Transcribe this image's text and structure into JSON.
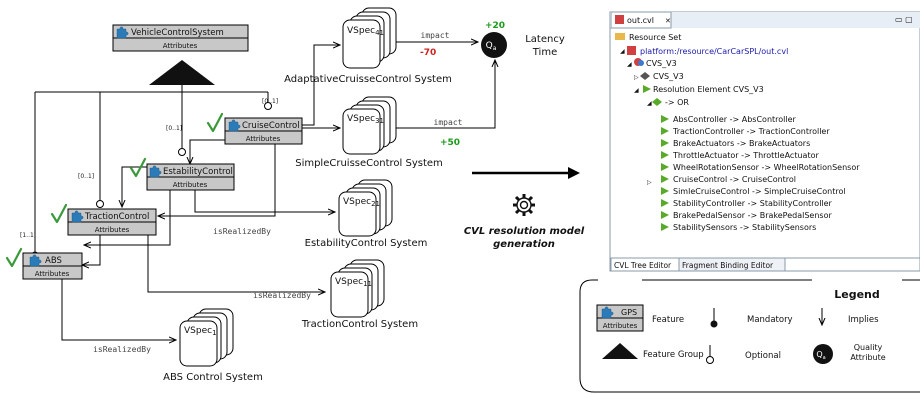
{
  "features": {
    "vcs": {
      "name": "VehicleControlSystem",
      "attr": "Attributes"
    },
    "cruise": {
      "name": "CruiseControl",
      "attr": "Attributes"
    },
    "estab": {
      "name": "EstabilityControl",
      "attr": "Attributes"
    },
    "traction": {
      "name": "TractionControl",
      "attr": "Attributes"
    },
    "abs": {
      "name": "ABS",
      "attr": "Attributes"
    }
  },
  "cardinalities": {
    "cruise": "[0..1]",
    "estab": "[0..1]",
    "traction": "[0..1]",
    "abs": "[1..1]"
  },
  "vspecs": {
    "adaptive": {
      "label": "VSpec",
      "sub": "41",
      "system": "AdaptativeCruisseControl System"
    },
    "simple": {
      "label": "VSpec",
      "sub": "31",
      "system": "SimpleCruisseControl System"
    },
    "estab": {
      "label": "VSpec",
      "sub": "21",
      "system": "EstabilityControl System"
    },
    "traction": {
      "label": "VSpec",
      "sub": "11",
      "system": "TractionControl System"
    },
    "abs": {
      "label": "VSpec",
      "sub": "1",
      "system": "ABS Control System"
    }
  },
  "edges": {
    "impact": "impact",
    "realized": "isRealizedBy"
  },
  "quality": {
    "node": "Q",
    "node_sub": "a",
    "plus20": "+20",
    "minus70": "-70",
    "plus50": "+50",
    "latency": "Latency",
    "time": "Time"
  },
  "generation": {
    "line1": "CVL resolution model",
    "line2": "generation"
  },
  "editor": {
    "tab": "out.cvl",
    "resource_set": "Resource Set",
    "platform": "platform:/resource/CarCarSPL/out.cvl",
    "items": [
      "CVS_V3",
      "CVS_V3",
      "Resolution Element CVS_V3",
      "-> OR",
      "AbsController -> AbsController",
      "TractionController -> TractionController",
      "BrakeActuators -> BrakeActuators",
      "ThrottleActuator -> ThrottleActuator",
      "WheelRotationSensor -> WheelRotationSensor",
      "CruiseControl -> CruiseControl",
      "SimleCruiseControl -> SimpleCruiseControl",
      "StabilityController -> StabilityController",
      "BrakePedalSensor -> BrakePedalSensor",
      "StabilitySensors -> StabilitySensors"
    ],
    "bottom_tabs": [
      "CVL Tree Editor",
      "Fragment Binding Editor"
    ]
  },
  "legend": {
    "title": "Legend",
    "gps_name": "GPS",
    "gps_attr": "Attributes",
    "feature": "Feature",
    "mandatory": "Mandatory",
    "implies": "Implies",
    "feature_group": "Feature Group",
    "optional": "Optional",
    "quality_line1": "Quality",
    "quality_line2": "Attribute"
  },
  "colors": {
    "feature_fill": "#c8c8c8",
    "check": "#3a9a3a",
    "plus": "#1a9a1a",
    "minus": "#cc2222",
    "tree_green": "#5aaa2a"
  },
  "icons": [
    "puzzle-icon",
    "check-icon",
    "gear-icon",
    "arrow-right-icon",
    "cvl-file-icon",
    "folder-icon",
    "expand-triangle-icon"
  ]
}
